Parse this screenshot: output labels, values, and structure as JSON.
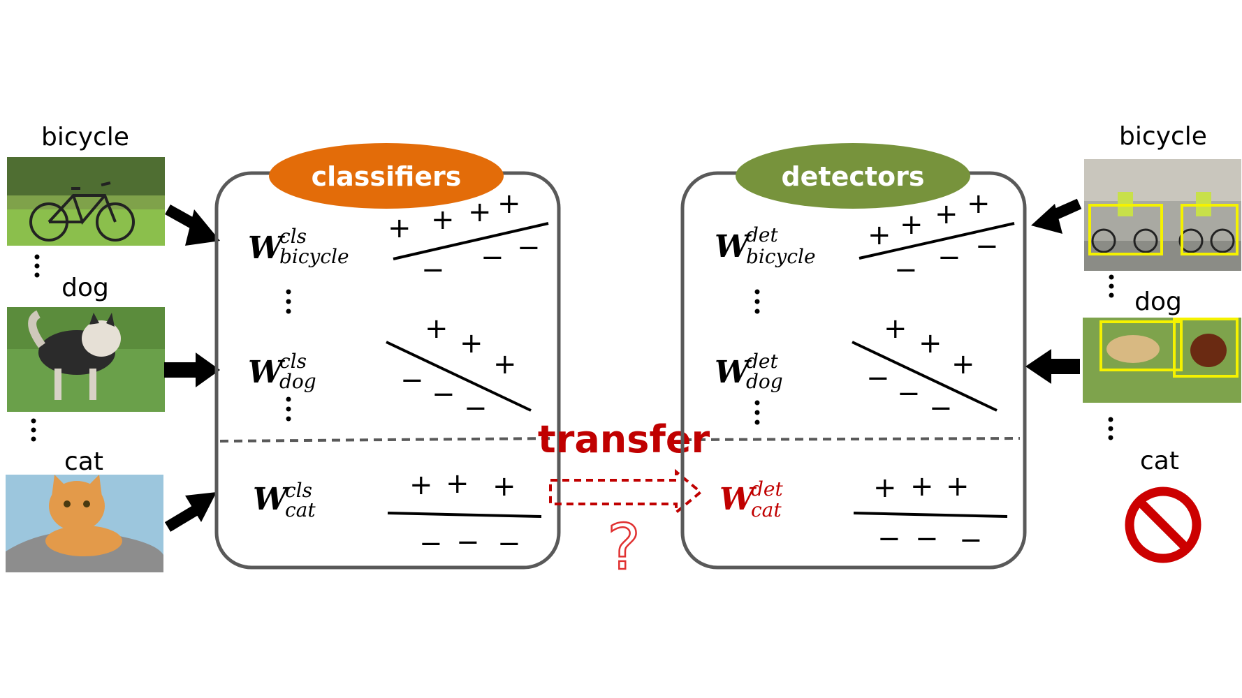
{
  "left_images": {
    "bicycle_label": "bicycle",
    "dog_label": "dog",
    "cat_label": "cat"
  },
  "right_images": {
    "bicycle_label": "bicycle",
    "dog_label": "dog",
    "cat_label": "cat"
  },
  "classifiers_panel": {
    "title": "classifiers",
    "title_color": "#e36c09",
    "rows": [
      {
        "w": "W",
        "sup": "cls",
        "sub": "bicycle"
      },
      {
        "w": "W",
        "sup": "cls",
        "sub": "dog"
      },
      {
        "w": "W",
        "sup": "cls",
        "sub": "cat"
      }
    ]
  },
  "detectors_panel": {
    "title": "detectors",
    "title_color": "#77933c",
    "rows": [
      {
        "w": "W",
        "sup": "det",
        "sub": "bicycle"
      },
      {
        "w": "W",
        "sup": "det",
        "sub": "dog"
      },
      {
        "w": "W",
        "sup": "det",
        "sub": "cat"
      }
    ]
  },
  "transfer": {
    "label": "transfer",
    "question": "?",
    "color": "#c00000"
  },
  "signs": {
    "plus": "+",
    "minus": "−"
  },
  "icons": {
    "missing_detector_images": "no-symbol-icon"
  }
}
